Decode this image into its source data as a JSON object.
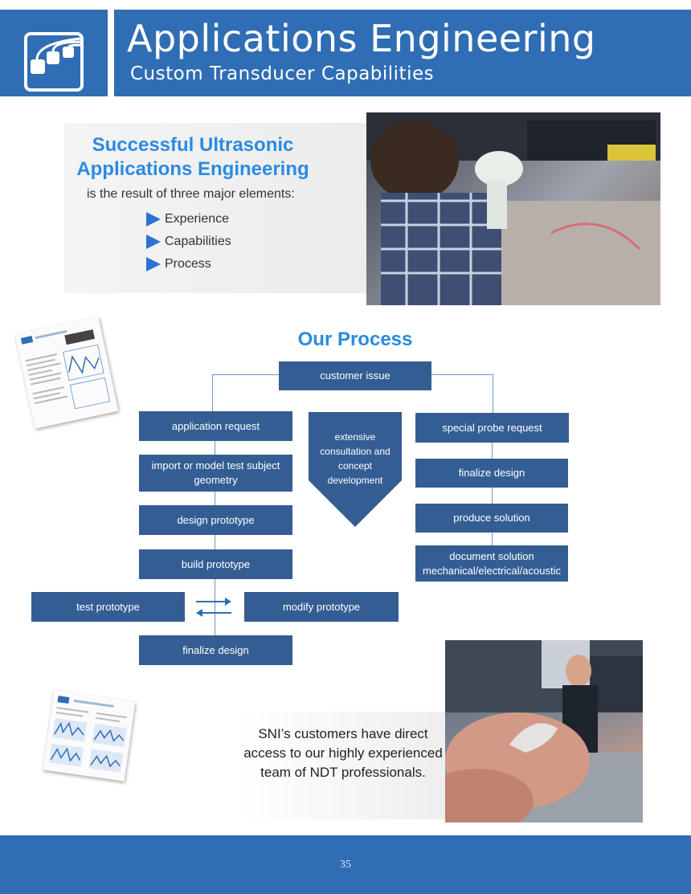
{
  "header": {
    "title": "Applications Engineering",
    "subtitle": "Custom Transducer Capabilities",
    "icon": "connected-nodes-icon"
  },
  "intro": {
    "heading_line1": "Successful Ultrasonic",
    "heading_line2": "Applications Engineering",
    "lead": "is the result of three major elements:",
    "bullets": [
      "Experience",
      "Capabilities",
      "Process"
    ]
  },
  "process": {
    "title": "Our Process",
    "top": "customer issue",
    "left_column": [
      "application request",
      "import or model test subject geometry",
      "design prototype",
      "build prototype"
    ],
    "center": "extensive consultation and concept development",
    "right_column": [
      "special probe request",
      "finalize design",
      "produce solution",
      "document solution mechanical/electrical/acoustic"
    ],
    "loop_left": "test prototype",
    "loop_right": "modify prototype",
    "final": "finalize design"
  },
  "bottom_text": "SNI’s customers have direct access to our highly experienced team of NDT professionals.",
  "page_number": "35",
  "colors": {
    "brand_blue": "#2f6db4",
    "heading_blue": "#2b8be0",
    "box_blue": "#345e93"
  }
}
